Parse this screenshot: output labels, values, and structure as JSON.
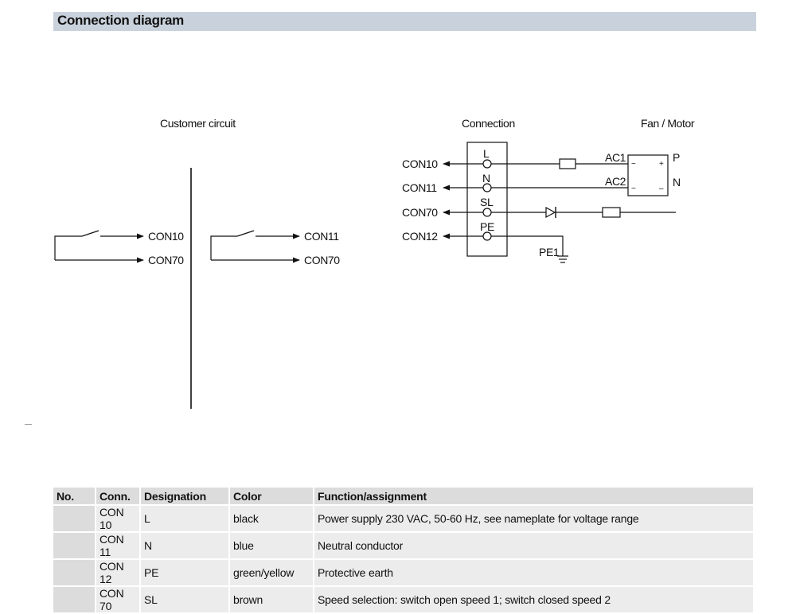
{
  "header": {
    "title": "Connection diagram"
  },
  "diagram": {
    "customer_circuit_label": "Customer circuit",
    "connection_label": "Connection",
    "fan_motor_label": "Fan / Motor",
    "customer_left": {
      "top": "CON10",
      "bottom": "CON70"
    },
    "customer_right": {
      "top": "CON11",
      "bottom": "CON70"
    },
    "connection_outputs": [
      "CON10",
      "CON11",
      "CON70",
      "CON12"
    ],
    "terminals": [
      "L",
      "N",
      "SL",
      "PE"
    ],
    "motor_inputs": [
      "AC1",
      "AC2"
    ],
    "motor_outputs": [
      "P",
      "N"
    ],
    "motor_signs": {
      "tl": "~",
      "tr": "+",
      "bl": "~",
      "br": "–"
    },
    "ground_label": "PE1"
  },
  "table": {
    "headers": [
      "No.",
      "Conn.",
      "Designation",
      "Color",
      "Function/assignment"
    ],
    "rows": [
      [
        "",
        "CON 10",
        "L",
        "black",
        "Power supply 230 VAC, 50-60 Hz, see nameplate for voltage range"
      ],
      [
        "",
        "CON 11",
        "N",
        "blue",
        "Neutral conductor"
      ],
      [
        "",
        "CON 12",
        "PE",
        "green/yellow",
        "Protective earth"
      ],
      [
        "",
        "CON 70",
        "SL",
        "brown",
        "Speed selection: switch open speed 1; switch closed speed 2"
      ]
    ]
  }
}
